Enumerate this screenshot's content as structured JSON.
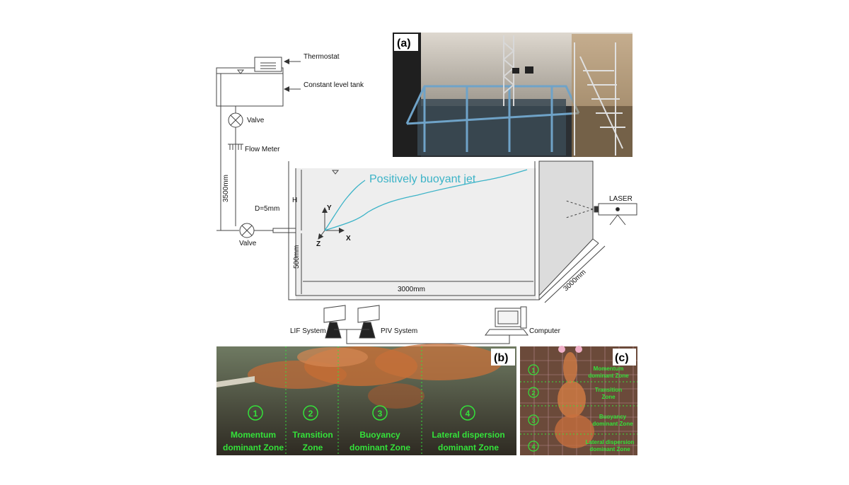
{
  "schematic": {
    "thermostat": "Thermostat",
    "tank": "Constant level tank",
    "valve_top": "Valve",
    "flow_meter": "Flow Meter",
    "height_dim": "3500mm",
    "nozzle": "D=5mm",
    "valve_bottom": "Valve",
    "h_label": "H",
    "depth_dim": "500mm",
    "length_dim": "3000mm",
    "width_dim": "3000mm",
    "jet_label": "Positively buoyant jet",
    "axis_x": "X",
    "axis_y": "Y",
    "axis_z": "Z",
    "laser": "LASER",
    "lif": "LIF System",
    "piv": "PIV System",
    "computer": "Computer"
  },
  "panels": {
    "a": "(a)",
    "b": "(b)",
    "c": "(c)"
  },
  "zones_b": [
    {
      "num": "1",
      "line1": "Momentum",
      "line2": "dominant Zone"
    },
    {
      "num": "2",
      "line1": "Transition",
      "line2": "Zone"
    },
    {
      "num": "3",
      "line1": "Buoyancy",
      "line2": "dominant Zone"
    },
    {
      "num": "4",
      "line1": "Lateral dispersion",
      "line2": "dominant Zone"
    }
  ],
  "zones_c": [
    {
      "num": "1",
      "line1": "Momentum",
      "line2": "dominant Zone"
    },
    {
      "num": "2",
      "line1": "Transition",
      "line2": "Zone"
    },
    {
      "num": "3",
      "line1": "Buoyancy",
      "line2": "dominant Zone"
    },
    {
      "num": "4",
      "line1": "Lateral dispersion",
      "line2": "dominant Zone"
    }
  ],
  "colors": {
    "jet": "#3bb3c7",
    "zone_green": "#34e23a",
    "plume": "#c9652a"
  }
}
